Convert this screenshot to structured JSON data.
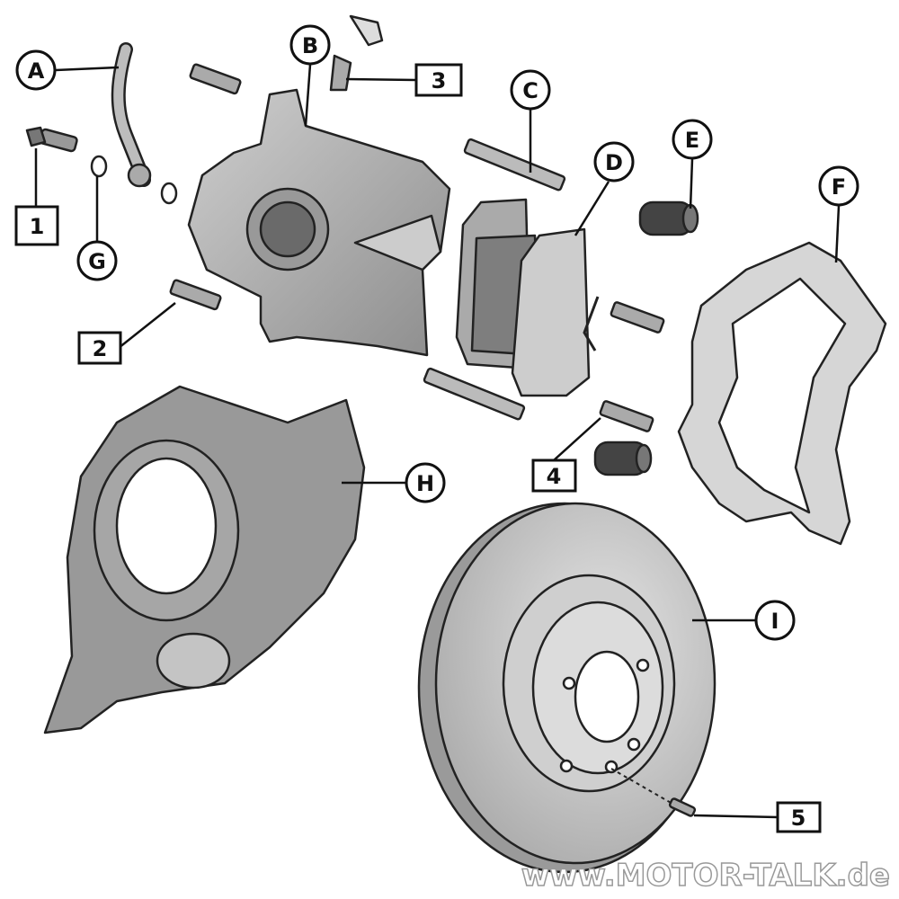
{
  "diagram": {
    "callouts_letters": [
      {
        "id": "A",
        "label": "A"
      },
      {
        "id": "B",
        "label": "B"
      },
      {
        "id": "C",
        "label": "C"
      },
      {
        "id": "D",
        "label": "D"
      },
      {
        "id": "E",
        "label": "E"
      },
      {
        "id": "F",
        "label": "F"
      },
      {
        "id": "G",
        "label": "G"
      },
      {
        "id": "H",
        "label": "H"
      },
      {
        "id": "I",
        "label": "I"
      }
    ],
    "callouts_numbers": [
      {
        "id": "1",
        "label": "1"
      },
      {
        "id": "2",
        "label": "2"
      },
      {
        "id": "3",
        "label": "3"
      },
      {
        "id": "4",
        "label": "4"
      },
      {
        "id": "5",
        "label": "5"
      }
    ],
    "watermark": "www.MOTOR-TALK.de",
    "colors": {
      "part_fill": "#b5b5b5",
      "part_dark": "#8a8a8a",
      "outline": "#222222",
      "background": "#ffffff"
    }
  }
}
